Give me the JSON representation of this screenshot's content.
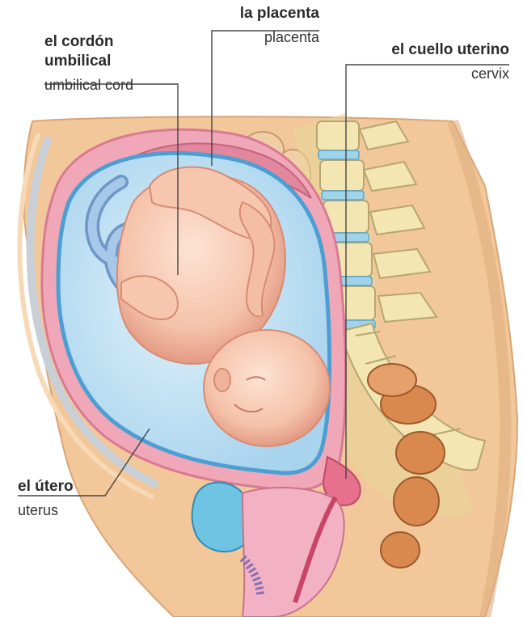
{
  "labels": {
    "umbilical": {
      "es_line1": "el cordón",
      "es_line2": "umbilical",
      "en": "umbilical cord"
    },
    "placenta": {
      "es": "la placenta",
      "en": "placenta"
    },
    "cervix": {
      "es": "el cuello uterino",
      "en": "cervix"
    },
    "uterus": {
      "es": "el útero",
      "en": "uterus"
    }
  },
  "colors": {
    "skin": "#f2c79a",
    "skin_dark": "#e3a879",
    "uterine_wall": "#f0a7b8",
    "amniotic_fluid": "#bfe0f1",
    "amniotic_edge": "#4d9fd3",
    "fetus": "#f7c9b3",
    "fetus_shade": "#e8a08a",
    "cord": "#8fb6dd",
    "bone": "#f3e6b2",
    "disc": "#9fd3ea",
    "bladder": "#6fc3e3",
    "rectum": "#d9884e",
    "leader_line": "#444444"
  }
}
